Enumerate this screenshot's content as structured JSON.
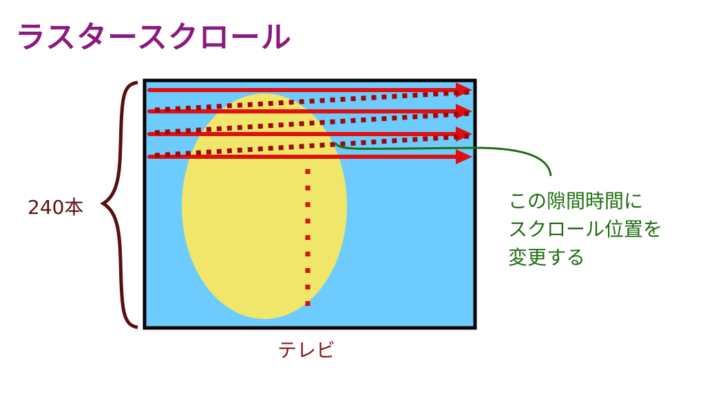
{
  "title": "ラスタースクロール",
  "labels": {
    "line_count": "240本",
    "tv": "テレビ",
    "note_lines": [
      "この隙間時間に",
      "スクロール位置を",
      "変更する"
    ]
  },
  "colors": {
    "title": "#8b1a80",
    "screen_bg": "#6ecbfd",
    "ellipse": "#f0e66a",
    "scan_arrow": "#e01010",
    "retrace_dots": "#a00808",
    "vertical_dots": "#d81010",
    "brace": "#5a0f0f",
    "note": "#1f6e12",
    "frame": "#000000"
  },
  "diagram": {
    "scanlines": 4,
    "description": "Raster scan arrows across a TV screen with horizontal blanking retrace (dotted) and vertical retrace (dotted)"
  }
}
